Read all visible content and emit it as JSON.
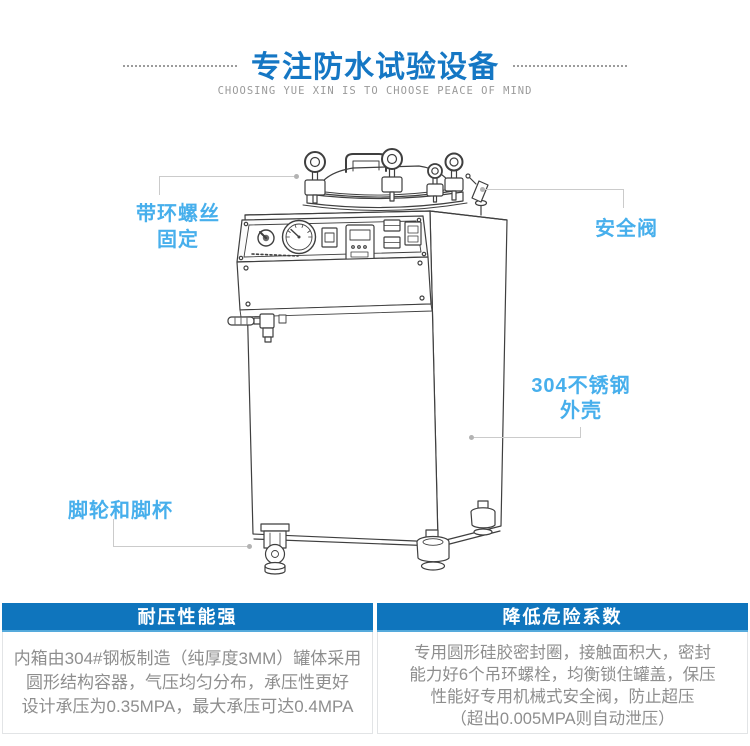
{
  "header": {
    "title": "专注防水试验设备",
    "subtitle": "CHOOSING YUE XIN IS TO CHOOSE PEACE OF MIND"
  },
  "callouts": {
    "ring_screw_line1": "带环螺丝",
    "ring_screw_line2": "固定",
    "safety_valve": "安全阀",
    "shell_line1": "304不锈钢",
    "shell_line2": "外壳",
    "casters": "脚轮和脚杯"
  },
  "panels": [
    {
      "title": "耐压性能强",
      "lines": [
        "内箱由304#钢板制造（纯厚度3MM）罐体采用",
        "圆形结构容器，气压均匀分布，承压性更好",
        "设计承压为0.35MPA，最大承压可达0.4MPA"
      ]
    },
    {
      "title": "降低危险系数",
      "lines": [
        "专用圆形硅胶密封圈，接触面积大，密封",
        "能力好6个吊环螺栓，均衡锁住罐盖，保压",
        "性能好专用机械式安全阀，防止超压",
        "（超出0.005MPA则自动泄压）"
      ]
    }
  ],
  "colors": {
    "title_blue": "#1577C4",
    "callout_blue": "#47AFEC",
    "panel_header_blue": "#0F75BD",
    "panel_header_accent": "#55AADC",
    "body_text_gray": "#8E8E8E",
    "leader_line_gray": "#CBCBCB"
  }
}
